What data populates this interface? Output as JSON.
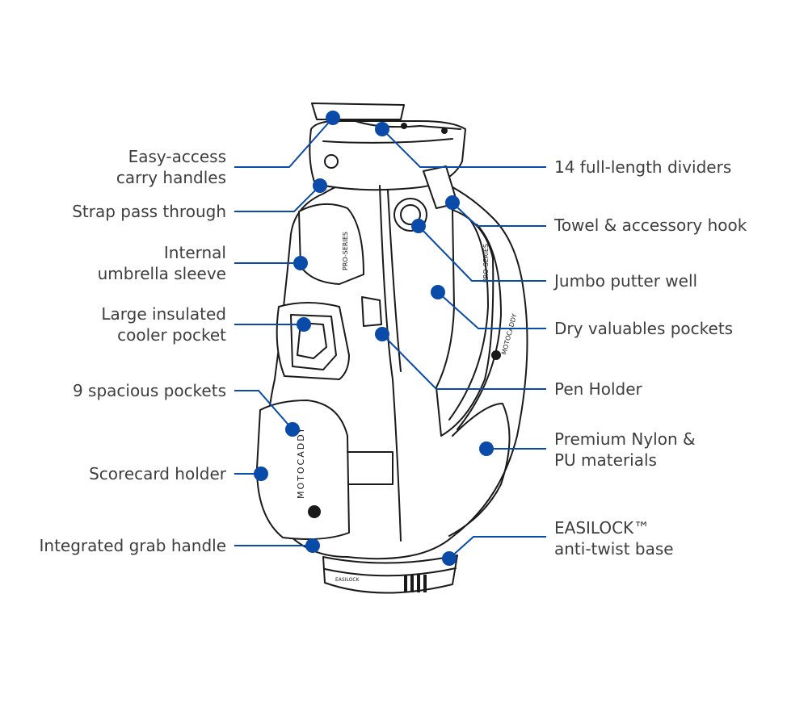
{
  "diagram": {
    "accent_color": "#0a4aa8",
    "line_color": "#1a1a1a",
    "labels_left": [
      {
        "id": "easy-access-carry-handles",
        "lines": [
          "Easy-access",
          "carry handles"
        ]
      },
      {
        "id": "strap-pass-through",
        "lines": [
          "Strap pass through"
        ]
      },
      {
        "id": "internal-umbrella-sleeve",
        "lines": [
          "Internal",
          "umbrella sleeve"
        ]
      },
      {
        "id": "large-insulated-cooler-pocket",
        "lines": [
          "Large insulated",
          "cooler pocket"
        ]
      },
      {
        "id": "9-spacious-pockets",
        "lines": [
          "9 spacious pockets"
        ]
      },
      {
        "id": "scorecard-holder",
        "lines": [
          "Scorecard holder"
        ]
      },
      {
        "id": "integrated-grab-handle",
        "lines": [
          "Integrated grab handle"
        ]
      }
    ],
    "labels_right": [
      {
        "id": "14-full-length-dividers",
        "lines": [
          "14 full-length dividers"
        ]
      },
      {
        "id": "towel-accessory-hook",
        "lines": [
          "Towel & accessory hook"
        ]
      },
      {
        "id": "jumbo-putter-well",
        "lines": [
          "Jumbo putter well"
        ]
      },
      {
        "id": "dry-valuables-pockets",
        "lines": [
          "Dry valuables pockets"
        ]
      },
      {
        "id": "pen-holder",
        "lines": [
          "Pen Holder"
        ]
      },
      {
        "id": "premium-nylon-pu",
        "lines": [
          "Premium Nylon &",
          "PU materials"
        ]
      },
      {
        "id": "easilock-base",
        "lines": [
          "EASILOCK™",
          "anti-twist base"
        ]
      }
    ],
    "bag_text": {
      "brand_top": "MOTOCADDY",
      "brand_side": "MOTOCADDY",
      "series_a": "PRO-SERIES",
      "series_b": "PRO-SERIES",
      "base_brand": "EASILOCK"
    }
  }
}
